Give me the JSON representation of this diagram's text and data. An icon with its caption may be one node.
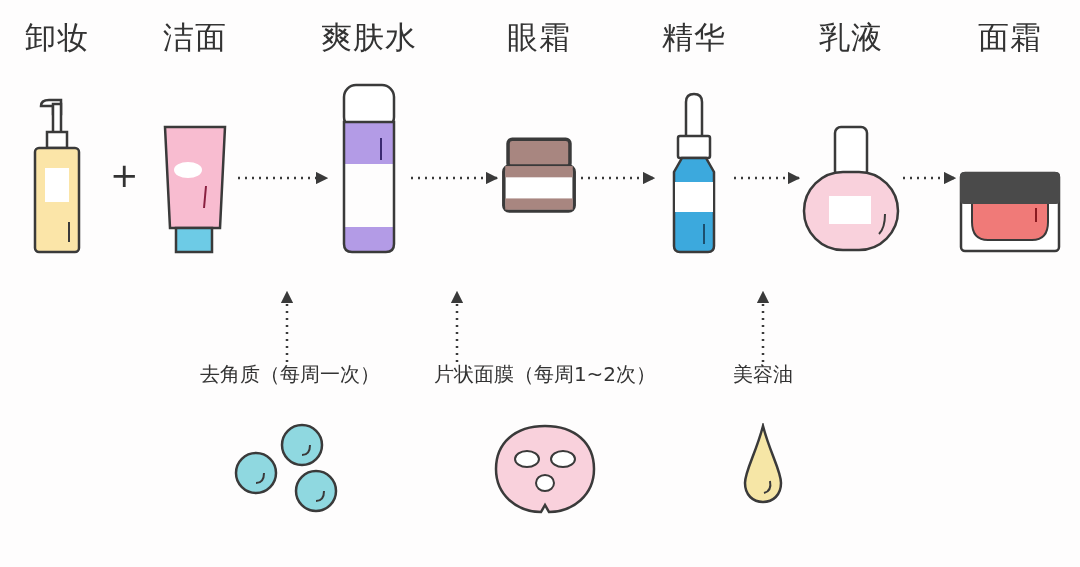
{
  "diagram": {
    "nodes": [
      {
        "text": [
          "卸妆"
        ]
      },
      {
        "text": [
          "洁面"
        ]
      },
      {
        "text": [
          "爽肤水"
        ]
      },
      {
        "text": [
          "眼霜"
        ]
      },
      {
        "text": [
          "精华"
        ]
      },
      {
        "text": [
          "乳液"
        ]
      },
      {
        "text": [
          "面霜"
        ]
      },
      {
        "text": [
          "去角质（每周一次）"
        ]
      },
      {
        "text": [
          "片状面膜（每周1~2次）"
        ]
      },
      {
        "text": [
          "美容油"
        ]
      }
    ],
    "edges": [
      {
        "from": 1,
        "to": 2,
        "arrow": "to",
        "style": "dashed"
      },
      {
        "from": 2,
        "to": 3,
        "arrow": "to",
        "style": "dashed"
      },
      {
        "from": 3,
        "to": 4,
        "arrow": "to",
        "style": "dashed"
      },
      {
        "from": 4,
        "to": 5,
        "arrow": "to",
        "style": "dashed"
      },
      {
        "from": 5,
        "to": 6,
        "arrow": "to",
        "style": "dashed"
      },
      {
        "from": 7,
        "to": null,
        "arrow": "to",
        "style": "dashed"
      },
      {
        "from": 8,
        "to": null,
        "arrow": "to",
        "style": "dashed"
      },
      {
        "from": 9,
        "to": null,
        "arrow": "to",
        "style": "dashed"
      }
    ],
    "labels": [
      "+"
    ]
  }
}
